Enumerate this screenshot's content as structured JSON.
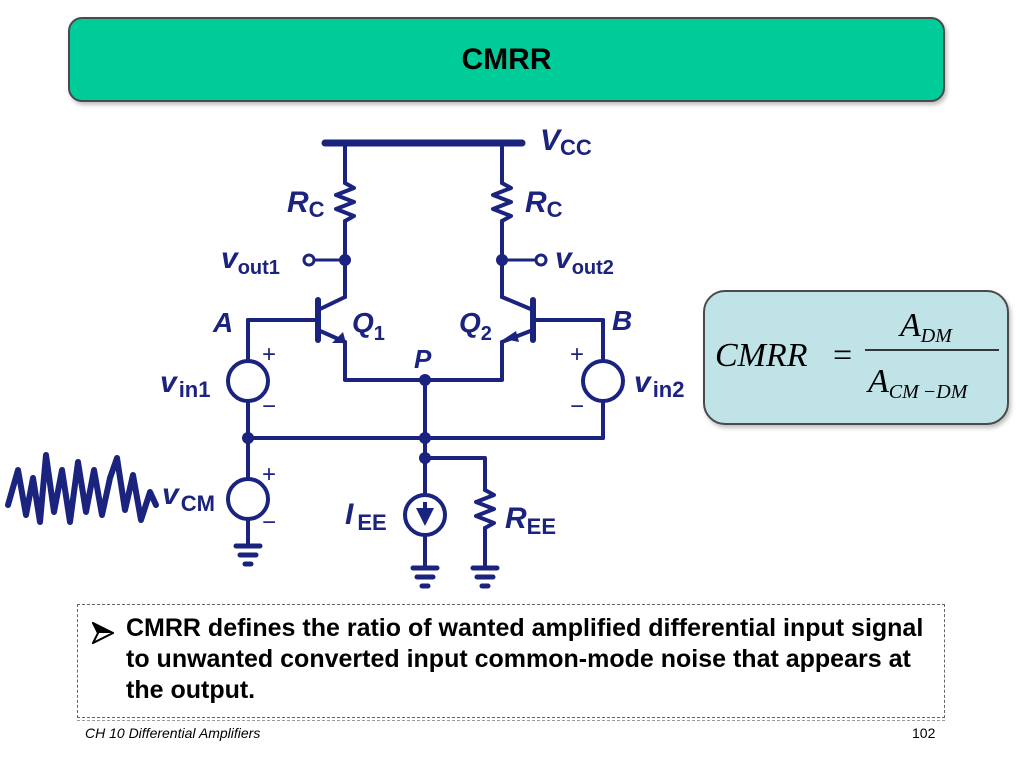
{
  "title": "CMRR",
  "circuit": {
    "supply": {
      "letter": "V",
      "sub": "CC"
    },
    "rc_left": {
      "letter": "R",
      "sub": "C"
    },
    "rc_right": {
      "letter": "R",
      "sub": "C"
    },
    "vout1": {
      "letter": "v",
      "sub": "out1"
    },
    "vout2": {
      "letter": "v",
      "sub": "out2"
    },
    "q1": {
      "letter": "Q",
      "sub": "1"
    },
    "q2": {
      "letter": "Q",
      "sub": "2"
    },
    "node_a": "A",
    "node_b": "B",
    "node_p": "P",
    "vin1": {
      "letter": "v",
      "sub": "in1"
    },
    "vin2": {
      "letter": "v",
      "sub": "in2"
    },
    "vcm": {
      "letter": "v",
      "sub": "CM"
    },
    "iee": {
      "letter": "I",
      "sub": "EE"
    },
    "ree": {
      "letter": "R",
      "sub": "EE"
    },
    "plus": "+",
    "minus": "−",
    "wire_color": "#1a237e"
  },
  "formula": {
    "lhs": "CMRR",
    "equals": "=",
    "num_letter": "A",
    "num_sub": "DM",
    "den_letter": "A",
    "den_sub": "CM −DM"
  },
  "note": {
    "text": "CMRR defines the ratio of wanted amplified differential input signal to unwanted converted input common-mode noise that appears at the output."
  },
  "footer": {
    "left": "CH 10 Differential Amplifiers",
    "page": "102"
  },
  "colors": {
    "title_bg": "#00cc99",
    "formula_bg": "#bfe3e6",
    "wire": "#1a237e"
  },
  "icons": {
    "bullet": "arrow-bullet-icon"
  }
}
